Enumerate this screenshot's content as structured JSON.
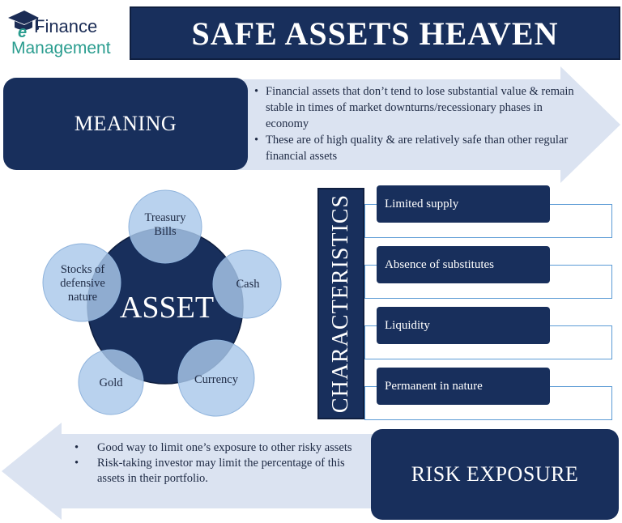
{
  "logo": {
    "line1": "Finance",
    "line2": "Management",
    "icon": "graduation-cap-icon",
    "brand_colors": {
      "navy": "#1b2c55",
      "teal": "#2a9d8f"
    }
  },
  "title": "SAFE ASSETS HEAVEN",
  "meaning": {
    "label": "MEANING",
    "bullets": [
      "Financial assets that don’t tend to lose substantial value & remain stable in times of market downturns/recessionary phases in economy",
      "These are of high quality & are relatively safe than other regular financial assets"
    ]
  },
  "asset": {
    "center": "ASSET",
    "satellites": [
      "Treasury Bills",
      "Cash",
      "Currency",
      "Gold",
      "Stocks of defensive nature"
    ]
  },
  "characteristics": {
    "label": "CHARACTERISTICS",
    "items": [
      "Limited supply",
      "Absence of substitutes",
      "Liquidity",
      "Permanent in nature"
    ]
  },
  "risk_exposure": {
    "label": "RISK EXPOSURE",
    "bullets": [
      "Good way to limit one’s exposure to other risky assets",
      "Risk-taking investor may limit the percentage of this assets in their portfolio."
    ]
  },
  "colors": {
    "primary_navy": "#182f5c",
    "arrow_fill": "#dbe3f1",
    "satellite_fill": "#a9c8ea",
    "frame_line": "#5b9bd5"
  }
}
